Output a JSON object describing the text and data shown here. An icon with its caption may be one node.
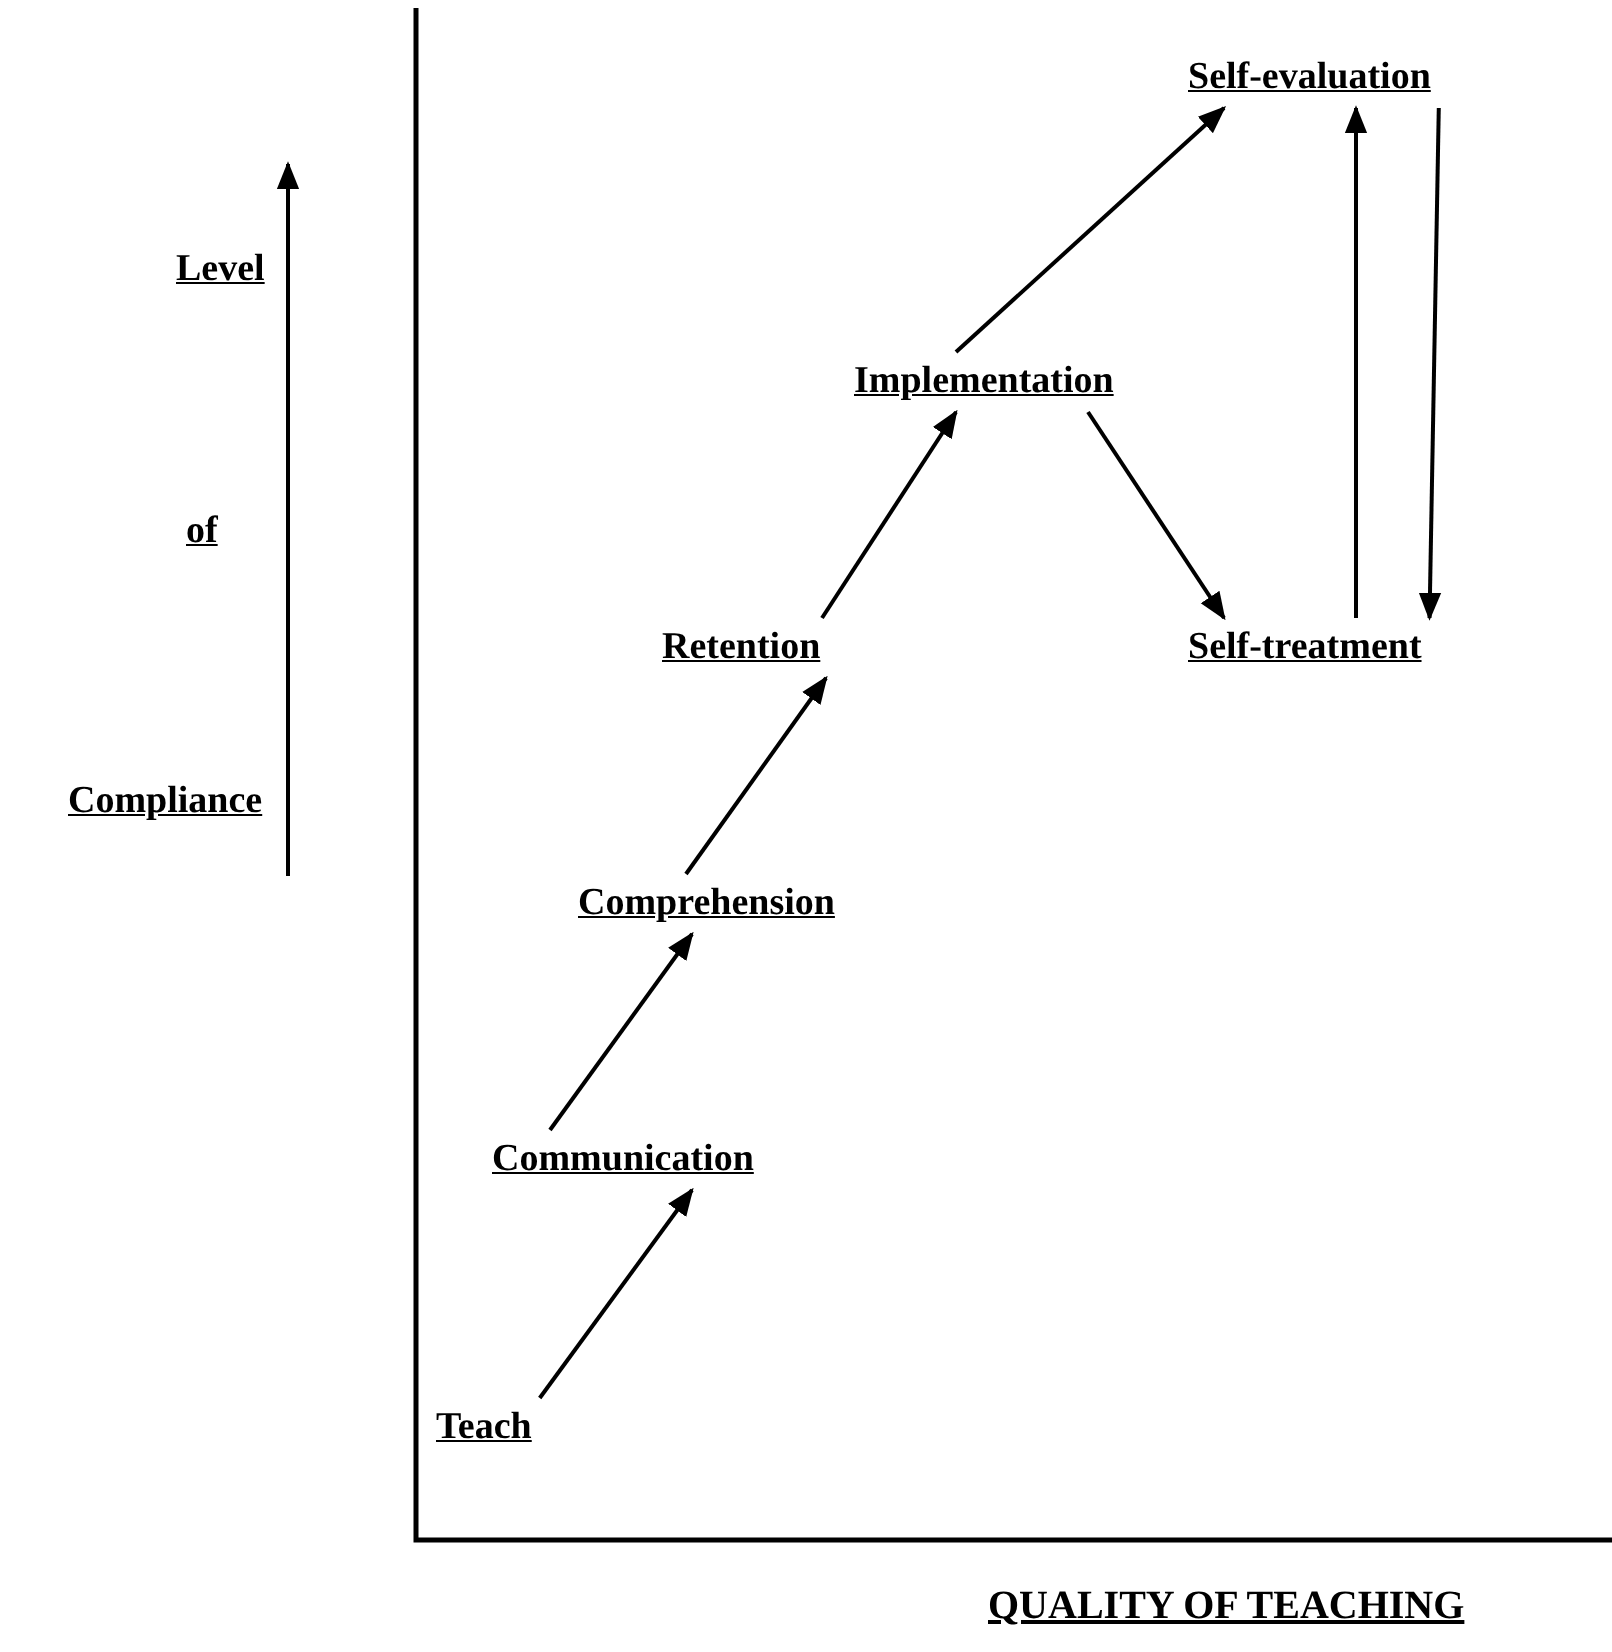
{
  "diagram": {
    "nodes": [
      {
        "text": [
          "Teach"
        ]
      },
      {
        "text": [
          "Communication"
        ]
      },
      {
        "text": [
          "Comprehension"
        ]
      },
      {
        "text": [
          "Retention"
        ]
      },
      {
        "text": [
          "Implementation"
        ]
      },
      {
        "text": [
          "Self-evaluation"
        ]
      },
      {
        "text": [
          "Self-treatment"
        ]
      }
    ],
    "edges": [
      {
        "from": 0,
        "to": 1,
        "arrow": "to"
      },
      {
        "from": 1,
        "to": 2,
        "arrow": "to"
      },
      {
        "from": 2,
        "to": 3,
        "arrow": "to"
      },
      {
        "from": 3,
        "to": 4,
        "arrow": "to"
      },
      {
        "from": 4,
        "to": 5,
        "arrow": "to"
      },
      {
        "from": 4,
        "to": 6,
        "arrow": "to"
      },
      {
        "from": 6,
        "to": 5,
        "arrow": "to"
      },
      {
        "from": 5,
        "to": 6,
        "arrow": "to"
      }
    ],
    "labels": [
      "Level",
      "of",
      "Compliance",
      "QUALITY OF TEACHING"
    ]
  }
}
